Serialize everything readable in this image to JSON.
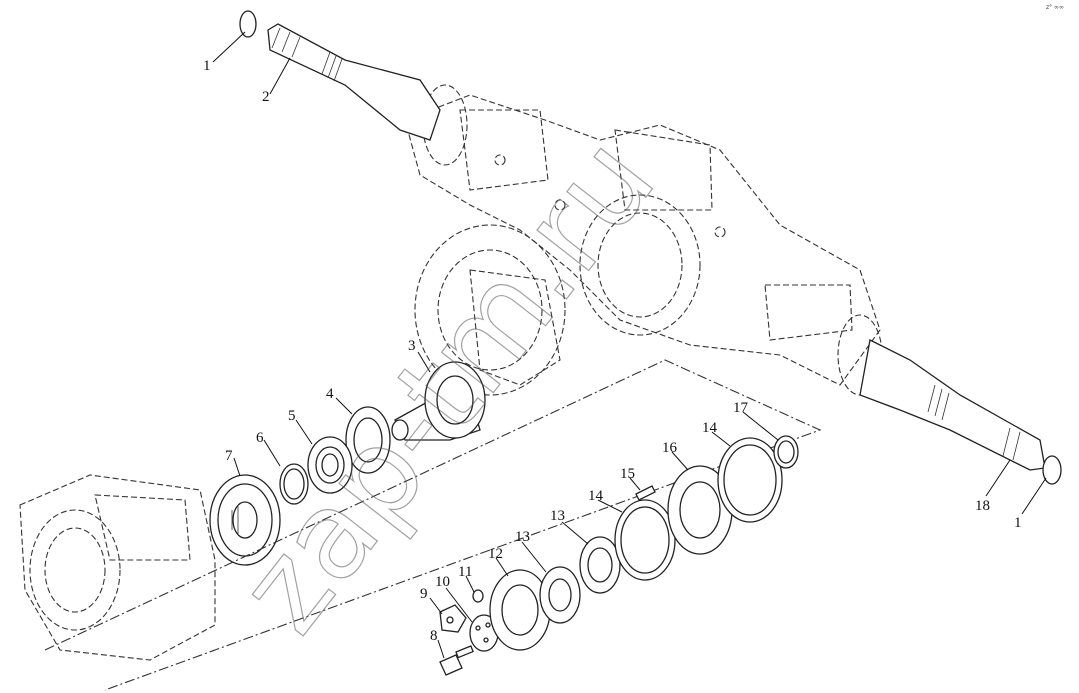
{
  "watermark": "zap-tm.ru",
  "corner_mark": "z° ∞∞",
  "labels": [
    {
      "id": "l1a",
      "text": "1"
    },
    {
      "id": "l2",
      "text": "2"
    },
    {
      "id": "l3",
      "text": "3"
    },
    {
      "id": "l4",
      "text": "4"
    },
    {
      "id": "l5",
      "text": "5"
    },
    {
      "id": "l6",
      "text": "6"
    },
    {
      "id": "l7",
      "text": "7"
    },
    {
      "id": "l8",
      "text": "8"
    },
    {
      "id": "l9",
      "text": "9"
    },
    {
      "id": "l10",
      "text": "10"
    },
    {
      "id": "l11",
      "text": "11"
    },
    {
      "id": "l12",
      "text": "12"
    },
    {
      "id": "l13a",
      "text": "13"
    },
    {
      "id": "l13b",
      "text": "13"
    },
    {
      "id": "l14a",
      "text": "14"
    },
    {
      "id": "l14b",
      "text": "14"
    },
    {
      "id": "l15",
      "text": "15"
    },
    {
      "id": "l16",
      "text": "16"
    },
    {
      "id": "l17",
      "text": "17"
    },
    {
      "id": "l18",
      "text": "18"
    },
    {
      "id": "l1b",
      "text": "1"
    }
  ]
}
